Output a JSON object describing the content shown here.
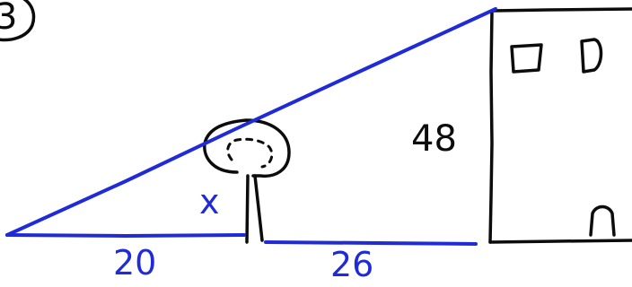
{
  "problem_number": "3",
  "labels": {
    "building_height": "48",
    "tree_height": "x",
    "base_left": "20",
    "base_right": "26"
  },
  "colors": {
    "ink": "#0c0c0c",
    "marker": "#1f2bd8"
  }
}
